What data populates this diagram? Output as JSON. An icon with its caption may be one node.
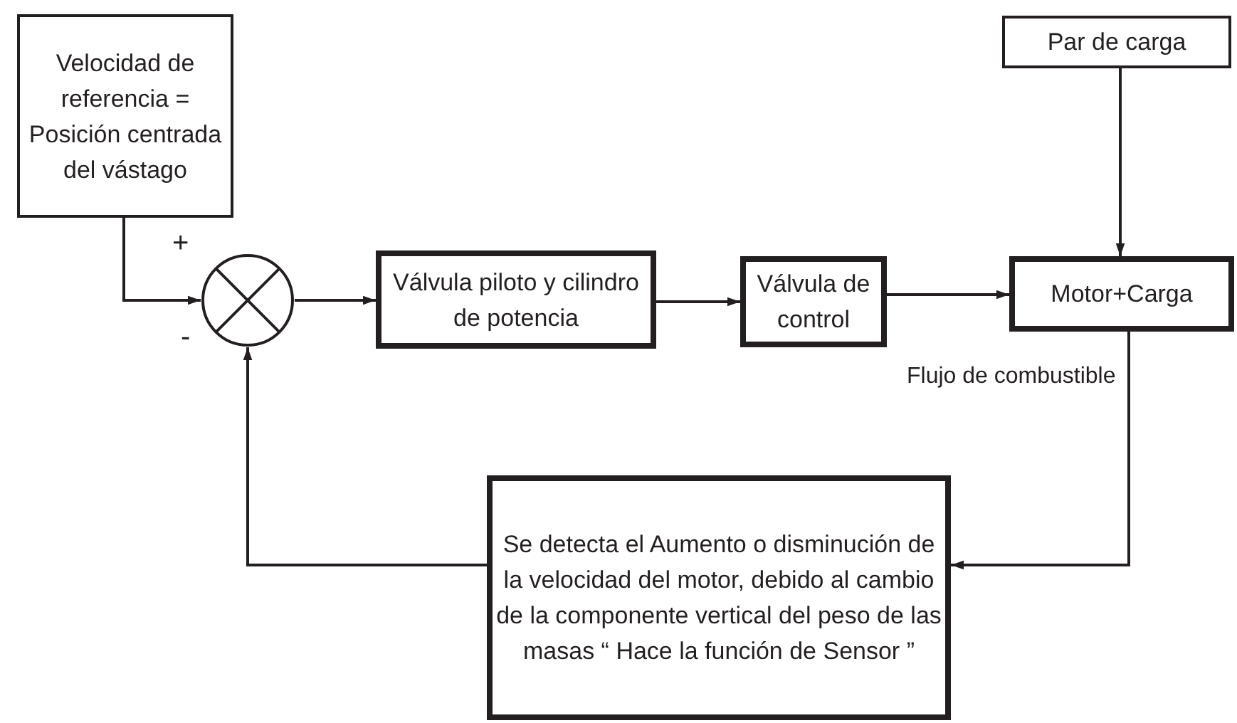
{
  "diagram": {
    "nodes": [
      {
        "text": [
          "Velocidad de referencia = Posición centrada del vástago"
        ]
      },
      {
        "text": [],
        "shape": "circle"
      },
      {
        "text": [
          "Válvula piloto y cilindro de potencia"
        ]
      },
      {
        "text": [
          "Válvula de control"
        ]
      },
      {
        "text": [
          "Par de carga"
        ]
      },
      {
        "text": [
          "Motor+Carga"
        ]
      },
      {
        "text": [
          "Se detecta el Aumento o disminución de la velocidad del motor, debido al cambio de la componente vertical del peso de las masas “ Hace la función de Sensor ”"
        ]
      }
    ],
    "edges": [
      {
        "from": 0,
        "to": 1,
        "arrow": "to"
      },
      {
        "from": 1,
        "to": 2,
        "arrow": "to"
      },
      {
        "from": 2,
        "to": 3,
        "arrow": "to"
      },
      {
        "from": 3,
        "to": 5,
        "arrow": "to"
      },
      {
        "from": 4,
        "to": 5,
        "arrow": "to"
      },
      {
        "from": 5,
        "to": 6,
        "arrow": "to"
      },
      {
        "from": 6,
        "to": 1,
        "arrow": "to"
      }
    ],
    "labels": [
      "+",
      "-",
      "Flujo de combustible"
    ]
  }
}
